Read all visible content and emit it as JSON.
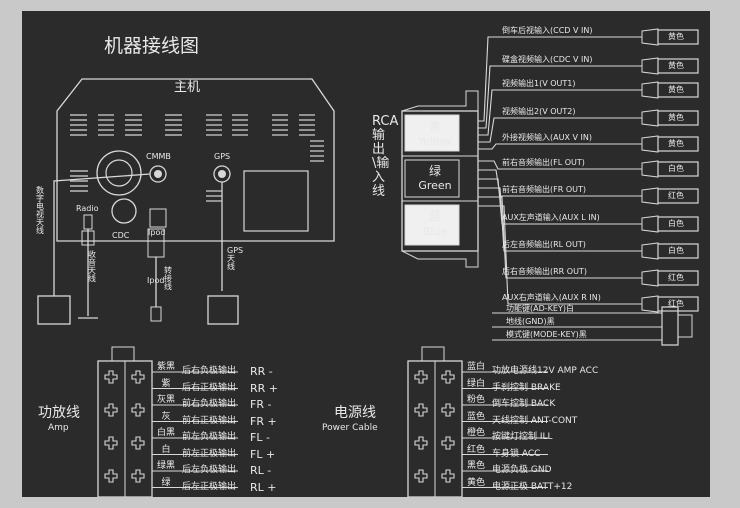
{
  "title": "机器接线图",
  "host_unit": {
    "title": "主机",
    "ports": {
      "cmmb": "CMMB",
      "gps": "GPS",
      "radio": "Radio",
      "cdc": "CDC",
      "ipod": "Ipod"
    }
  },
  "antennas": {
    "tv": "数字电视天线",
    "radio": "收音天线",
    "ipod_conv": "转接线",
    "ipod": "Ipod",
    "gps": "GPS天线"
  },
  "rca": {
    "title": "RCA输出\\输入线",
    "blocks": [
      {
        "zh": "黄",
        "en": "Yellow"
      },
      {
        "zh": "绿",
        "en": "Green"
      },
      {
        "zh": "蓝",
        "en": "Blue"
      }
    ]
  },
  "rca_lines": [
    {
      "label": "倒车后视输入(CCD V IN)",
      "color": "黄色"
    },
    {
      "label": "碟盒视频输入(CDC V IN)",
      "color": "黄色"
    },
    {
      "label": "视频输出1(V OUT1)",
      "color": "黄色"
    },
    {
      "label": "视频输出2(V OUT2)",
      "color": "黄色"
    },
    {
      "label": "外接视频输入(AUX V IN)",
      "color": "黄色"
    },
    {
      "label": "前右音频输出(FL OUT)",
      "color": "白色"
    },
    {
      "label": "前右音频输出(FR OUT)",
      "color": "红色"
    },
    {
      "label": "AUX左声道输入(AUX L IN)",
      "color": "白色"
    },
    {
      "label": "后左音频输出(RL OUT)",
      "color": "白色"
    },
    {
      "label": "后右音频输出(RR OUT)",
      "color": "红色"
    },
    {
      "label": "AUX右声道输入(AUX R IN)",
      "color": "红色"
    }
  ],
  "extra_lines": [
    "功能键(AD-KEY)白",
    "地线(GND)黑",
    "模式键(MODE-KEY)黑"
  ],
  "amp": {
    "label_zh": "功放线",
    "label_en": "Amp",
    "rows": [
      {
        "color": "紫黑",
        "text": "后右负极输出",
        "code": "RR -"
      },
      {
        "color": "紫",
        "text": "后右正极输出",
        "code": "RR +"
      },
      {
        "color": "灰黑",
        "text": "前右负极输出",
        "code": "FR -"
      },
      {
        "color": "灰",
        "text": "前右正极输出",
        "code": "FR +"
      },
      {
        "color": "白黑",
        "text": "前左负极输出",
        "code": "FL -"
      },
      {
        "color": "白",
        "text": "前左正极输出",
        "code": "FL +"
      },
      {
        "color": "绿黑",
        "text": "后左负极输出",
        "code": "RL -"
      },
      {
        "color": "绿",
        "text": "后左正极输出",
        "code": "RL +"
      }
    ]
  },
  "power": {
    "label_zh": "电源线",
    "label_en": "Power Cable",
    "rows": [
      {
        "color": "蓝白",
        "text": "功放电源线12V AMP ACC"
      },
      {
        "color": "绿白",
        "text": "手刹控制 BRAKE"
      },
      {
        "color": "粉色",
        "text": "倒车控制 BACK"
      },
      {
        "color": "蓝色",
        "text": "天线控制 ANT-CONT"
      },
      {
        "color": "橙色",
        "text": "按键灯控制 ILL"
      },
      {
        "color": "红色",
        "text": "车身锁 ACC"
      },
      {
        "color": "黑色",
        "text": "电源负极 GND"
      },
      {
        "color": "黄色",
        "text": "电源正极 BATT+12"
      }
    ]
  }
}
